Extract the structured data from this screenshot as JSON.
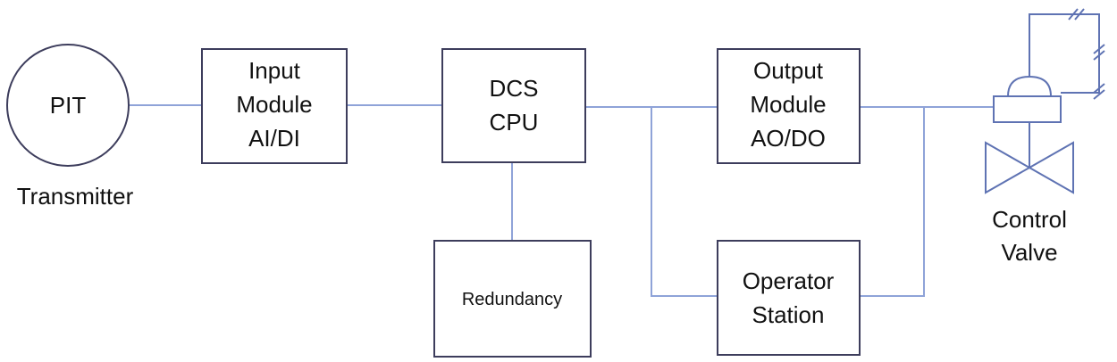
{
  "nodes": {
    "pit": {
      "label": "PIT",
      "caption": "Transmitter"
    },
    "input_module": {
      "lines": [
        "Input",
        "Module",
        "AI/DI"
      ]
    },
    "dcs_cpu": {
      "lines": [
        "DCS",
        "CPU"
      ]
    },
    "redundancy": {
      "label": "Redundancy"
    },
    "output_module": {
      "lines": [
        "Output",
        "Module",
        "AO/DO"
      ]
    },
    "operator_station": {
      "lines": [
        "Operator",
        "Station"
      ]
    },
    "control_valve": {
      "lines": [
        "Control",
        "Valve"
      ]
    }
  },
  "colors": {
    "box_border": "#3d3d5c",
    "connector": "#8fa3d8",
    "valve": "#5f73b3",
    "text": "#111111"
  }
}
